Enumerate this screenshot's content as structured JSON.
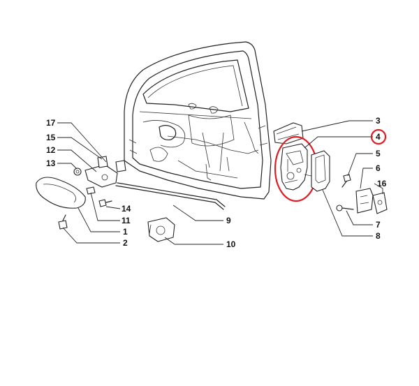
{
  "callouts": {
    "c1": "1",
    "c2": "2",
    "c3": "3",
    "c4": "4",
    "c5": "5",
    "c6": "6",
    "c7": "7",
    "c8": "8",
    "c9": "9",
    "c10": "10",
    "c11": "11",
    "c12": "12",
    "c13": "13",
    "c14": "14",
    "c15": "15",
    "c16": "16",
    "c17": "17"
  },
  "highlight": {
    "color": "#e01c24",
    "part": "4"
  }
}
